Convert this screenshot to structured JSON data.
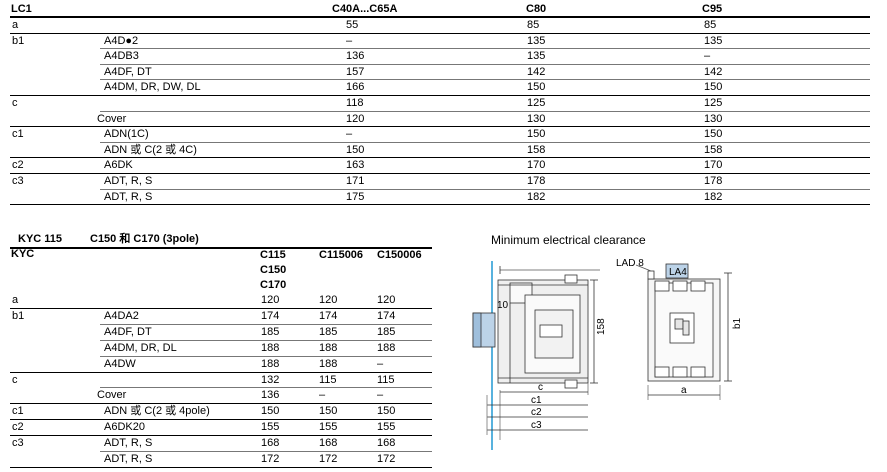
{
  "table1": {
    "title": "LC1",
    "headers": [
      "C40A...C65A",
      "C80",
      "C95"
    ],
    "rows": [
      {
        "dim": "a",
        "model": "",
        "v": [
          "55",
          "85",
          "85"
        ]
      },
      {
        "dim": "b1",
        "model": "A4D●2",
        "v": [
          "–",
          "135",
          "135"
        ]
      },
      {
        "dim": "",
        "model": "A4DB3",
        "v": [
          "136",
          "135",
          "–"
        ]
      },
      {
        "dim": "",
        "model": "A4DF, DT",
        "v": [
          "157",
          "142",
          "142"
        ]
      },
      {
        "dim": "",
        "model": "A4DM, DR, DW, DL",
        "v": [
          "166",
          "150",
          "150"
        ]
      },
      {
        "dim": "c",
        "model": "",
        "v": [
          "118",
          "125",
          "125"
        ]
      },
      {
        "dim": "",
        "model": "Cover",
        "v": [
          "120",
          "130",
          "130"
        ]
      },
      {
        "dim": "c1",
        "model": "ADN(1C)",
        "v": [
          "–",
          "150",
          "150"
        ]
      },
      {
        "dim": "",
        "model": "ADN 或 C(2 或 4C)",
        "v": [
          "150",
          "158",
          "158"
        ]
      },
      {
        "dim": "c2",
        "model": "A6DK",
        "v": [
          "163",
          "170",
          "170"
        ]
      },
      {
        "dim": "c3",
        "model": "ADT, R, S",
        "v": [
          "171",
          "178",
          "178"
        ]
      },
      {
        "dim": "",
        "model": "ADT, R, S",
        "v": [
          "175",
          "182",
          "182"
        ]
      }
    ]
  },
  "table2": {
    "title_left": "KYC 115",
    "title_right": "C150 和 C170 (3pole)",
    "subtitle": "KYC",
    "headers": [
      [
        "C115",
        "C150",
        "C170"
      ],
      [
        "C115006"
      ],
      [
        "C150006"
      ]
    ],
    "rows": [
      {
        "dim": "a",
        "model": "",
        "v": [
          "120",
          "120",
          "120"
        ]
      },
      {
        "dim": "b1",
        "model": "A4DA2",
        "v": [
          "174",
          "174",
          "174"
        ]
      },
      {
        "dim": "",
        "model": "A4DF, DT",
        "v": [
          "185",
          "185",
          "185"
        ]
      },
      {
        "dim": "",
        "model": "A4DM, DR, DL",
        "v": [
          "188",
          "188",
          "188"
        ]
      },
      {
        "dim": "",
        "model": "A4DW",
        "v": [
          "188",
          "188",
          "–"
        ]
      },
      {
        "dim": "c",
        "model": "",
        "v": [
          "132",
          "115",
          "115"
        ]
      },
      {
        "dim": "",
        "model": "Cover",
        "v": [
          "136",
          "–",
          "–"
        ]
      },
      {
        "dim": "c1",
        "model": "ADN 或 C(2 或 4pole)",
        "v": [
          "150",
          "150",
          "150"
        ]
      },
      {
        "dim": "c2",
        "model": "A6DK20",
        "v": [
          "155",
          "155",
          "155"
        ]
      },
      {
        "dim": "c3",
        "model": "ADT, R, S",
        "v": [
          "168",
          "168",
          "168"
        ]
      },
      {
        "dim": "",
        "model": "ADT, R, S",
        "v": [
          "172",
          "172",
          "172"
        ]
      }
    ]
  },
  "drawing": {
    "caption": "Minimum electrical clearance",
    "labels": {
      "ten": "10",
      "h158": "158",
      "c": "c",
      "c1": "c1",
      "c2": "c2",
      "c3": "c3",
      "lad8": "LAD 8",
      "la4": "LA4",
      "b1": "b1",
      "a": "a"
    },
    "colors": {
      "accent": "#2e9fd6",
      "module": "#bcd3e8"
    }
  }
}
